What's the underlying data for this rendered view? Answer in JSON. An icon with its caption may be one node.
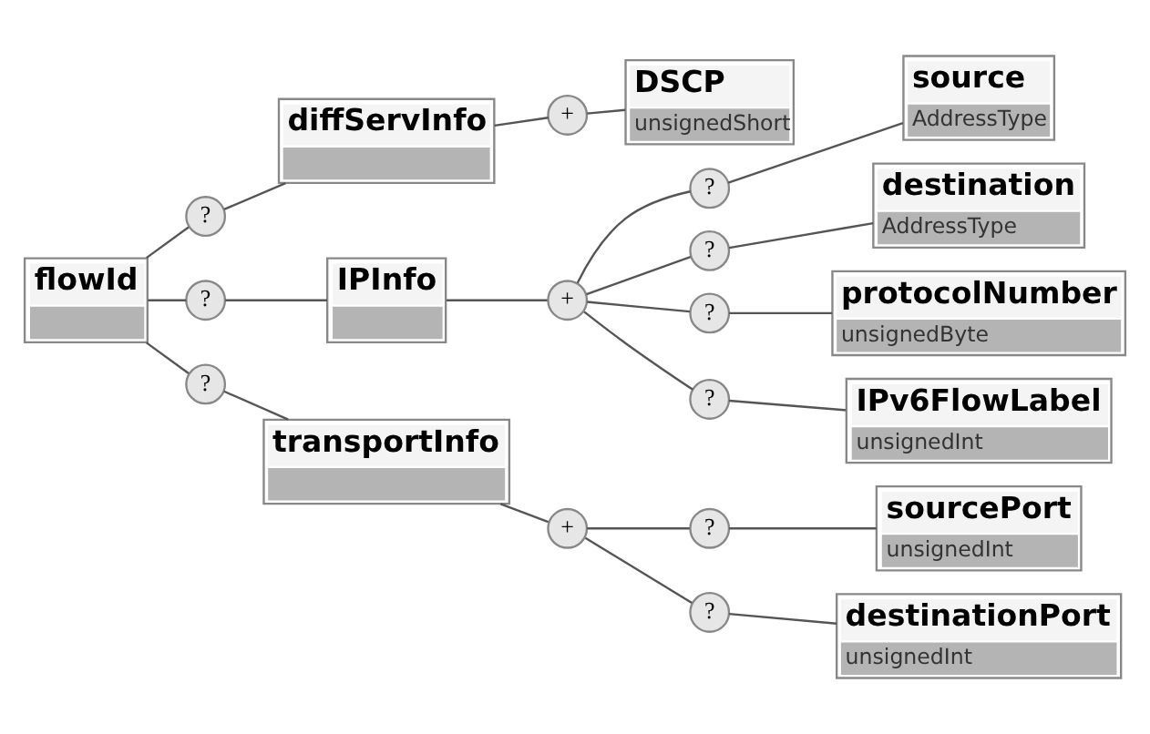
{
  "diagram": {
    "nodes": [
      {
        "text": [
          "flowId"
        ]
      },
      {
        "text": [
          "?"
        ]
      },
      {
        "text": [
          "diffServInfo"
        ]
      },
      {
        "text": [
          "+"
        ]
      },
      {
        "text": [
          "DSCP",
          "unsignedShort"
        ]
      },
      {
        "text": [
          "?"
        ]
      },
      {
        "text": [
          "source",
          "AddressType"
        ]
      },
      {
        "text": [
          "?"
        ]
      },
      {
        "text": [
          "destination",
          "AddressType"
        ]
      },
      {
        "text": [
          "?"
        ]
      },
      {
        "text": [
          "IPInfo"
        ]
      },
      {
        "text": [
          "+"
        ]
      },
      {
        "text": [
          "?"
        ]
      },
      {
        "text": [
          "protocolNumber",
          "unsignedByte"
        ]
      },
      {
        "text": [
          "?"
        ]
      },
      {
        "text": [
          "IPv6FlowLabel",
          "unsignedInt"
        ]
      },
      {
        "text": [
          "?"
        ]
      },
      {
        "text": [
          "transportInfo"
        ]
      },
      {
        "text": [
          "+"
        ]
      },
      {
        "text": [
          "?"
        ]
      },
      {
        "text": [
          "sourcePort",
          "unsignedInt"
        ]
      },
      {
        "text": [
          "?"
        ]
      },
      {
        "text": [
          "destinationPort",
          "unsignedInt"
        ]
      }
    ],
    "edges": [
      {
        "from": 0,
        "to": 1,
        "arrow": "none"
      },
      {
        "from": 1,
        "to": 2,
        "arrow": "none"
      },
      {
        "from": 2,
        "to": 3,
        "arrow": "none"
      },
      {
        "from": 3,
        "to": 4,
        "arrow": "none"
      },
      {
        "from": 0,
        "to": 9,
        "arrow": "none"
      },
      {
        "from": 9,
        "to": 10,
        "arrow": "none"
      },
      {
        "from": 10,
        "to": 11,
        "arrow": "none"
      },
      {
        "from": 11,
        "to": 5,
        "arrow": "none"
      },
      {
        "from": 5,
        "to": 6,
        "arrow": "none"
      },
      {
        "from": 11,
        "to": 7,
        "arrow": "none"
      },
      {
        "from": 7,
        "to": 8,
        "arrow": "none"
      },
      {
        "from": 11,
        "to": 12,
        "arrow": "none"
      },
      {
        "from": 12,
        "to": 13,
        "arrow": "none"
      },
      {
        "from": 11,
        "to": 14,
        "arrow": "none"
      },
      {
        "from": 14,
        "to": 15,
        "arrow": "none"
      },
      {
        "from": 0,
        "to": 16,
        "arrow": "none"
      },
      {
        "from": 16,
        "to": 17,
        "arrow": "none"
      },
      {
        "from": 17,
        "to": 18,
        "arrow": "none"
      },
      {
        "from": 18,
        "to": 19,
        "arrow": "none"
      },
      {
        "from": 19,
        "to": 20,
        "arrow": "none"
      },
      {
        "from": 18,
        "to": 21,
        "arrow": "none"
      },
      {
        "from": 21,
        "to": 22,
        "arrow": "none"
      }
    ]
  }
}
